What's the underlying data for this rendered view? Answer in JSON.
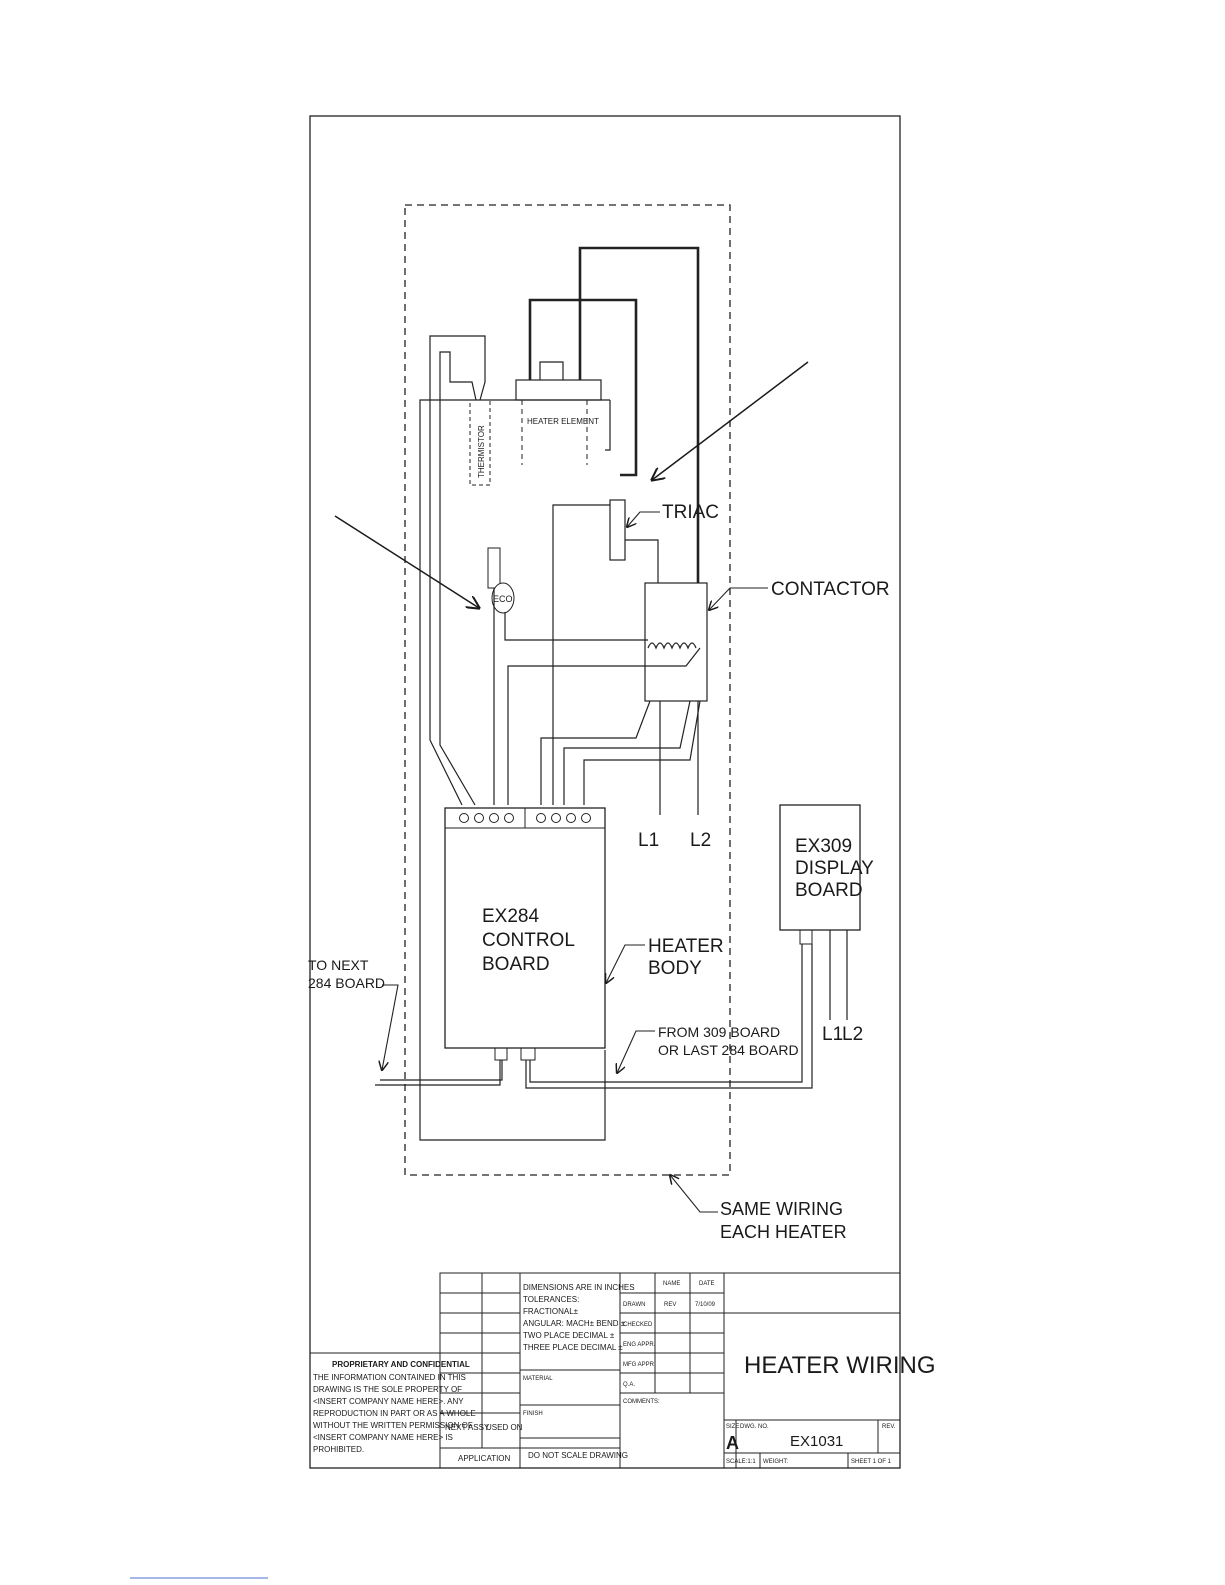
{
  "labels": {
    "thermistor": "THERMISTOR",
    "heater_element": "HEATER ELEMENT",
    "triac": "TRIAC",
    "contactor": "CONTACTOR",
    "eco": "ECO",
    "l1": "L1",
    "l2": "L2",
    "display_l1": "L1",
    "display_l2": "L2",
    "display_board": [
      "EX309",
      "DISPLAY",
      "BOARD"
    ],
    "control_board": [
      "EX284",
      "CONTROL",
      "BOARD"
    ],
    "heater_body": [
      "HEATER",
      "BODY"
    ],
    "to_next": [
      "TO NEXT",
      "284 BOARD"
    ],
    "from_309": [
      "FROM  309 BOARD",
      "OR LAST 284 BOARD"
    ],
    "same_wiring": [
      "SAME WIRING",
      "EACH HEATER"
    ]
  },
  "title_block": {
    "proprietary_heading": "PROPRIETARY AND CONFIDENTIAL",
    "proprietary_lines": [
      "THE INFORMATION CONTAINED IN THIS",
      "DRAWING IS THE SOLE PROPERTY OF",
      "<INSERT COMPANY NAME HERE>.  ANY",
      "REPRODUCTION IN PART OR AS A WHOLE",
      "WITHOUT THE WRITTEN PERMISSION OF",
      "<INSERT COMPANY NAME HERE> IS",
      "PROHIBITED."
    ],
    "next_assy": "NEXT ASSY",
    "used_on": "USED ON",
    "application": "APPLICATION",
    "dimensions_lines": [
      "DIMENSIONS ARE IN INCHES",
      "TOLERANCES:",
      "FRACTIONAL±",
      "ANGULAR: MACH±   BEND ±",
      "TWO PLACE DECIMAL   ±",
      "THREE PLACE DECIMAL  ±"
    ],
    "material": "MATERIAL",
    "finish": "FINISH",
    "do_not_scale": "DO NOT SCALE DRAWING",
    "col_name": "NAME",
    "col_date": "DATE",
    "rows": [
      "DRAWN",
      "CHECKED",
      "ENG APPR.",
      "MFG APPR.",
      "Q.A.",
      "COMMENTS:"
    ],
    "drawn_name": "REV",
    "drawn_date": "7/10/09",
    "title": "HEATER WIRING",
    "size_label": "SIZE",
    "size": "A",
    "dwg_no_label": "DWG.  NO.",
    "dwg_no": "EX1031",
    "rev_label": "REV.",
    "scale": "SCALE:1:1",
    "weight": "WEIGHT:",
    "sheet": "SHEET 1 OF 1"
  }
}
